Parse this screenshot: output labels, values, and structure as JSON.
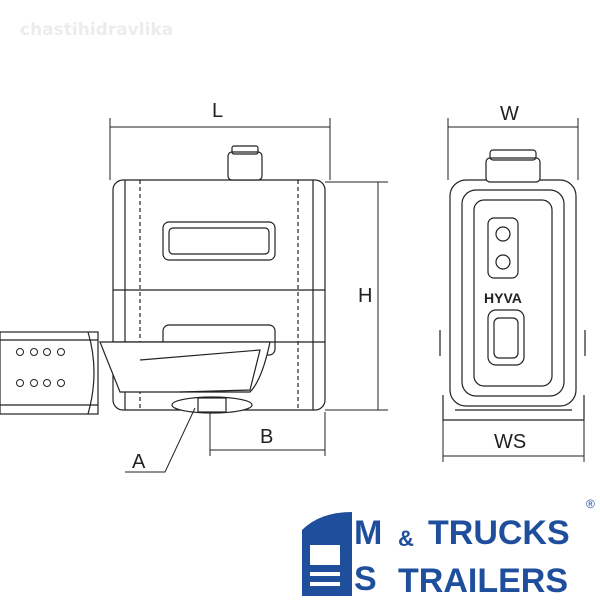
{
  "watermark": "chastihidravlika",
  "dimensions": {
    "length": "L",
    "width": "W",
    "height": "H",
    "bracket": "B",
    "detail": "A",
    "bracket_width": "WS"
  },
  "tank_brand": "HYVA",
  "logo": {
    "letter_m": "M",
    "letter_s": "S",
    "line1": "TRUCKS",
    "amp": "&",
    "line2": "TRAILERS",
    "registered": "®"
  },
  "colors": {
    "brand_blue": "#1f4f9c",
    "line": "#222222"
  }
}
